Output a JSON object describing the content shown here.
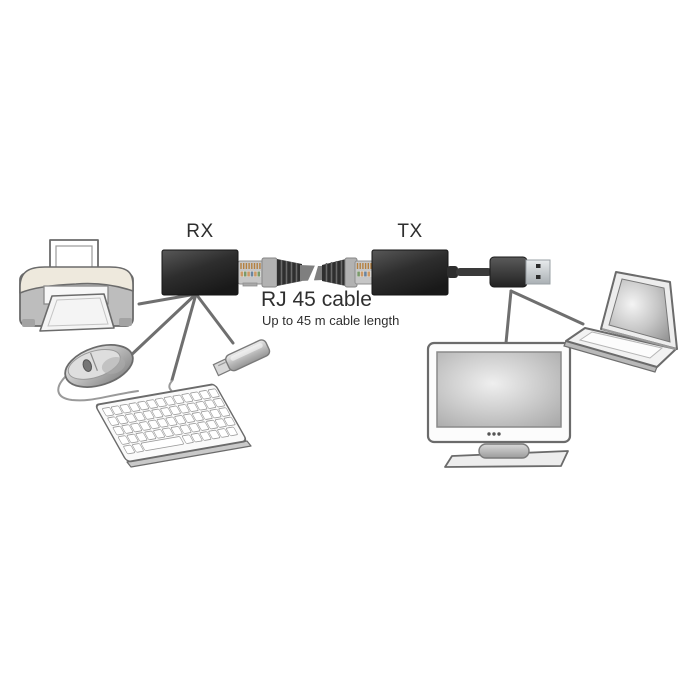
{
  "labels": {
    "rx": "RX",
    "tx": "TX",
    "cable_title": "RJ 45 cable",
    "cable_subtitle": "Up to 45 m cable length"
  },
  "colors": {
    "background": "#ffffff",
    "label_text": "#2f2f2f",
    "connection_line": "#6f6f6f",
    "sketch_outline": "#6b6b6b",
    "extender_box": "#2b2b2b",
    "cable_boot": "#2f2f2f",
    "flat_cable": "#7f7f7f",
    "usb_metal": "#c9cdd0"
  },
  "illustrations": {
    "left_devices": [
      "printer",
      "mouse",
      "keyboard",
      "usb-stick"
    ],
    "right_devices": [
      "monitor",
      "laptop"
    ],
    "units": [
      "rx-receiver-box",
      "rj45-patch-cable",
      "tx-transmitter-box",
      "usb-plug"
    ]
  }
}
